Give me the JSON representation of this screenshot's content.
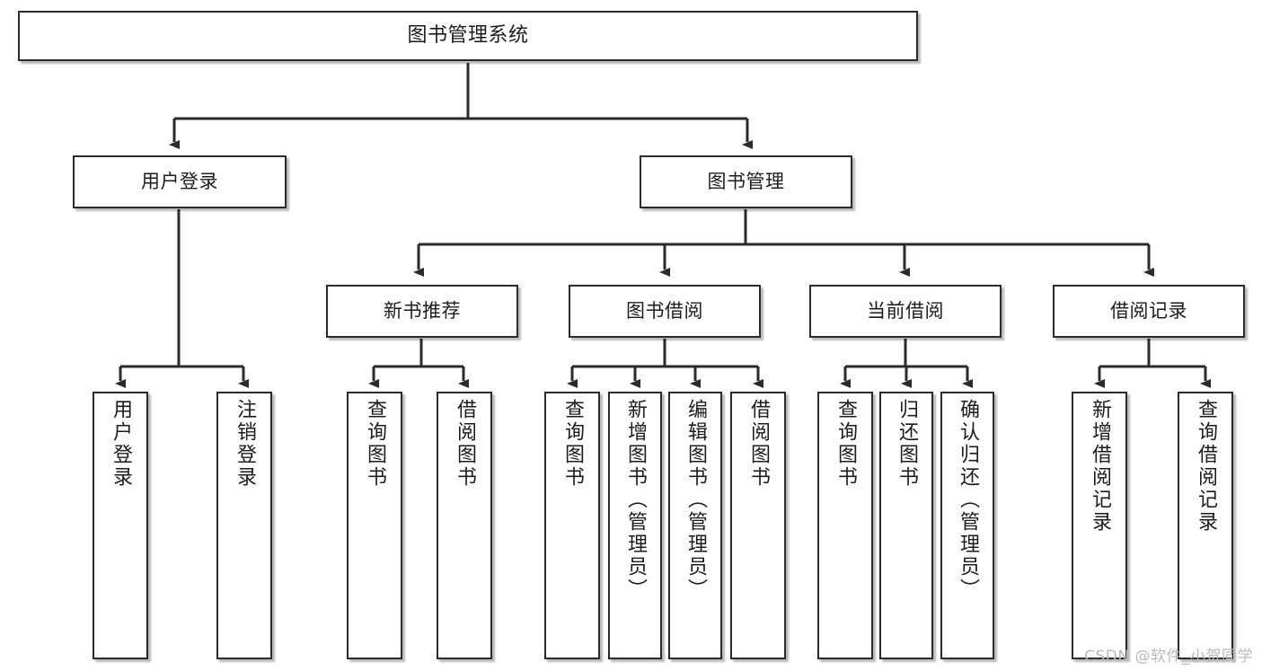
{
  "diagram": {
    "title": "图书管理系统",
    "type": "tree-hierarchy-diagram",
    "colors": {
      "box_border": "#2b2b2b",
      "box_fill": "#ffffff",
      "connector": "#2b2b2b",
      "watermark": "#b9b9b9",
      "background": "#ffffff"
    },
    "root": {
      "label": "图书管理系统"
    },
    "level2": [
      {
        "label": "用户登录"
      },
      {
        "label": "图书管理"
      }
    ],
    "level3": [
      {
        "label": "新书推荐"
      },
      {
        "label": "图书借阅"
      },
      {
        "label": "当前借阅"
      },
      {
        "label": "借阅记录"
      }
    ],
    "leaves": [
      {
        "label": "用户登录",
        "parent": "用户登录"
      },
      {
        "label": "注销登录",
        "parent": "用户登录"
      },
      {
        "label": "查询图书",
        "parent": "新书推荐"
      },
      {
        "label": "借阅图书",
        "parent": "新书推荐"
      },
      {
        "label": "查询图书",
        "parent": "图书借阅"
      },
      {
        "label": "新增图书（管理员）",
        "parent": "图书借阅"
      },
      {
        "label": "编辑图书（管理员）",
        "parent": "图书借阅"
      },
      {
        "label": "借阅图书",
        "parent": "图书借阅"
      },
      {
        "label": "查询图书",
        "parent": "当前借阅"
      },
      {
        "label": "归还图书",
        "parent": "当前借阅"
      },
      {
        "label": "确认归还（管理员）",
        "parent": "当前借阅"
      },
      {
        "label": "新增借阅记录",
        "parent": "借阅记录"
      },
      {
        "label": "查询借阅记录",
        "parent": "借阅记录"
      }
    ]
  },
  "watermark": {
    "text": "CSDN @软件_小贺同学"
  }
}
